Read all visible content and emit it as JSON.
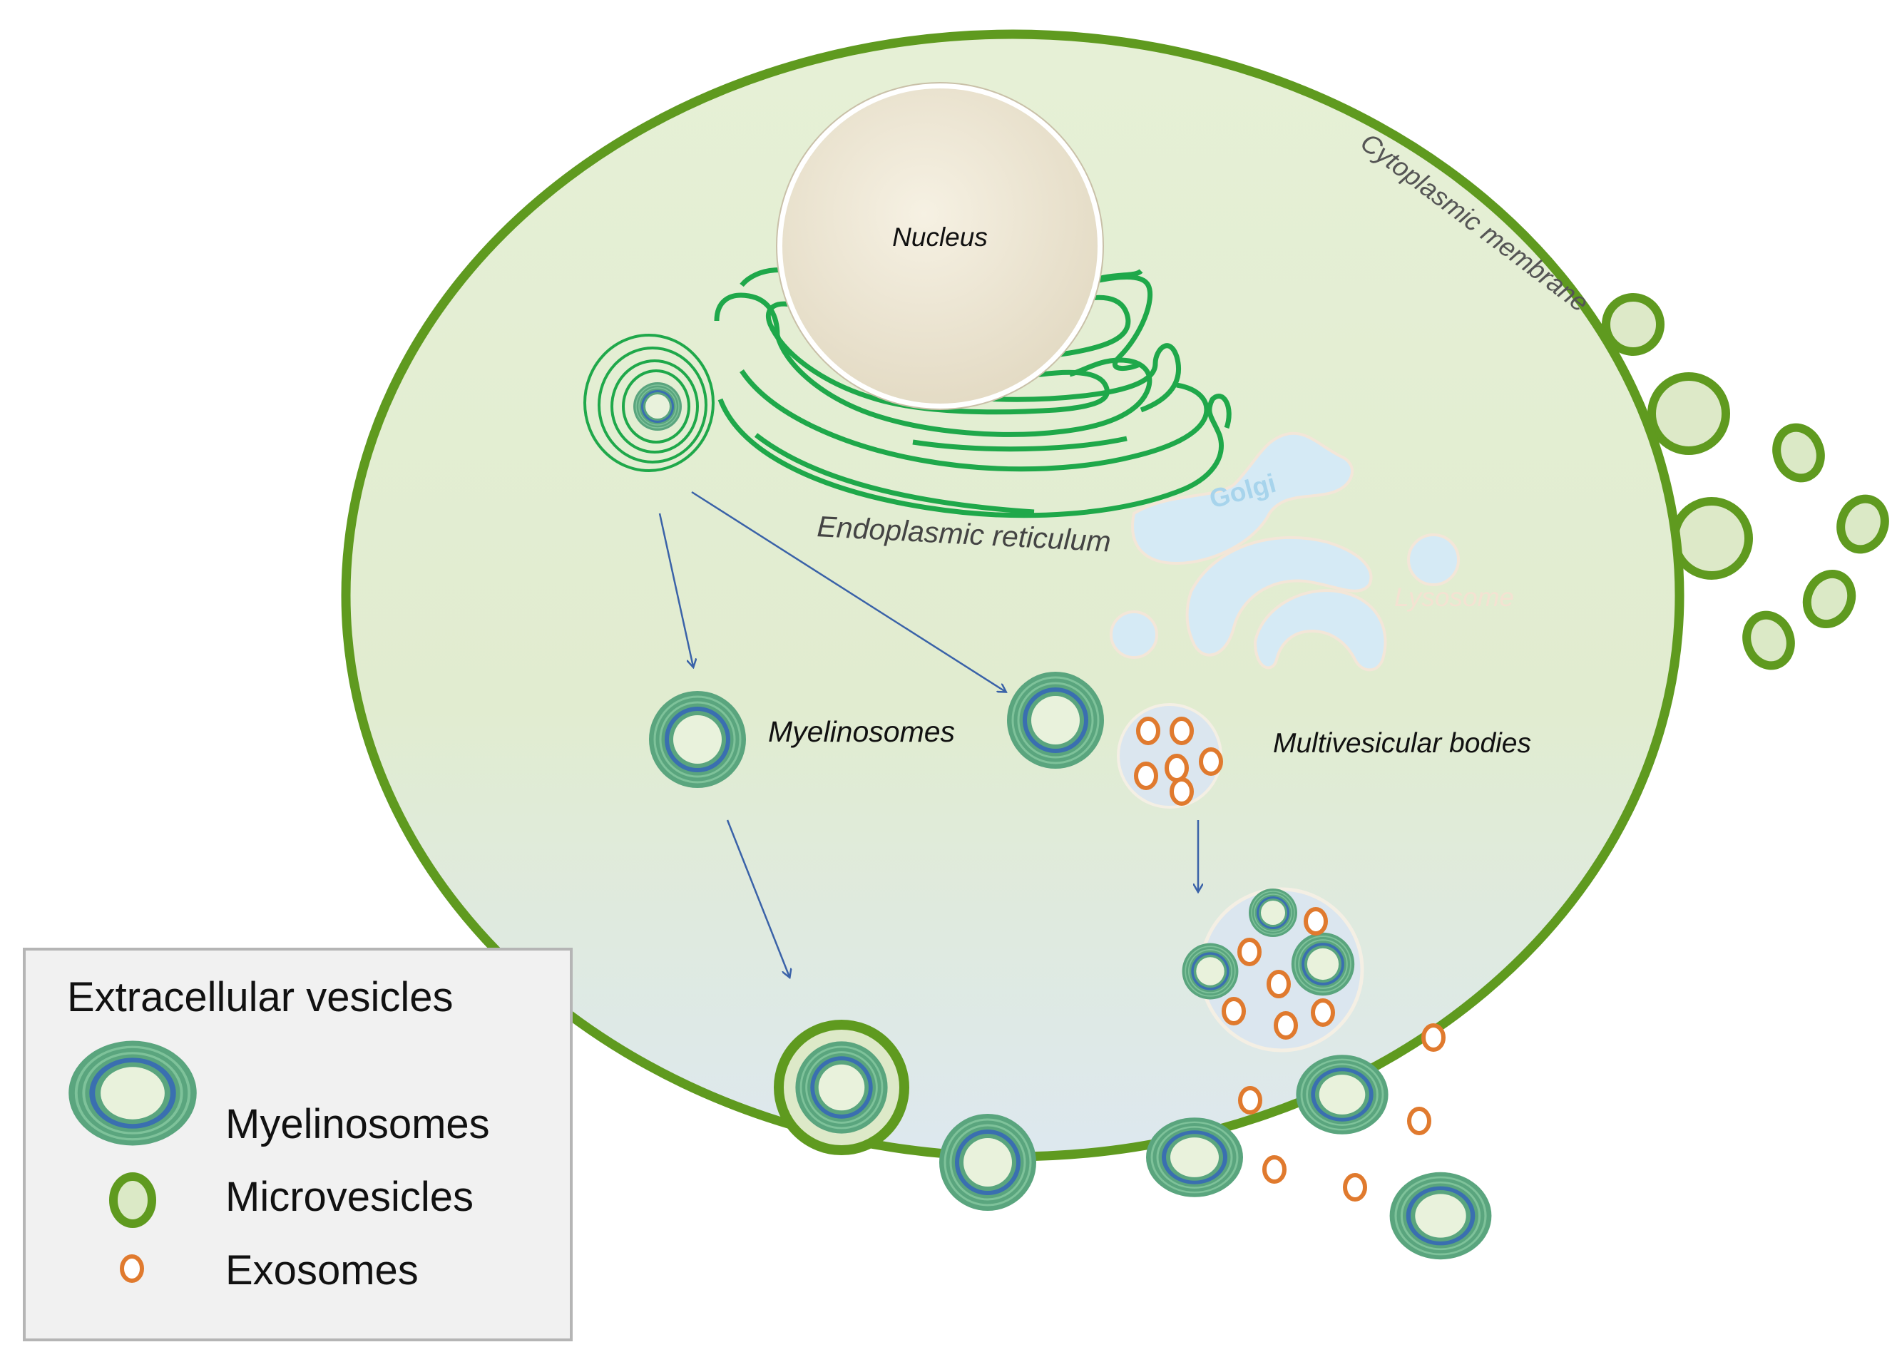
{
  "labels": {
    "nucleus": "Nucleus",
    "cytoplasmic_membrane": "Cytoplasmic membrane",
    "endoplasmic_reticulum": "Endoplasmic reticulum",
    "golgi": "Golgi",
    "lysosome": "Lysosome",
    "myelinosomes": "Myelinosomes",
    "multivesicular_bodies": "Multivesicular bodies"
  },
  "legend": {
    "title": "Extracellular vesicles",
    "items": [
      {
        "label": "Myelinosomes",
        "icon": "myelinosome-icon"
      },
      {
        "label": "Microvesicles",
        "icon": "microvesicle-icon"
      },
      {
        "label": "Exosomes",
        "icon": "exosome-icon"
      }
    ]
  },
  "colors": {
    "membrane": "#5f9a1f",
    "cell_fill": "#e4efd3",
    "er": "#1fa84a",
    "golgi": "#d5eaf5",
    "exosome": "#e07a2e",
    "myelinosome_outer": "#4f9a6c",
    "myelinosome_inner": "#3a6fb0",
    "arrow": "#3a62a8"
  }
}
